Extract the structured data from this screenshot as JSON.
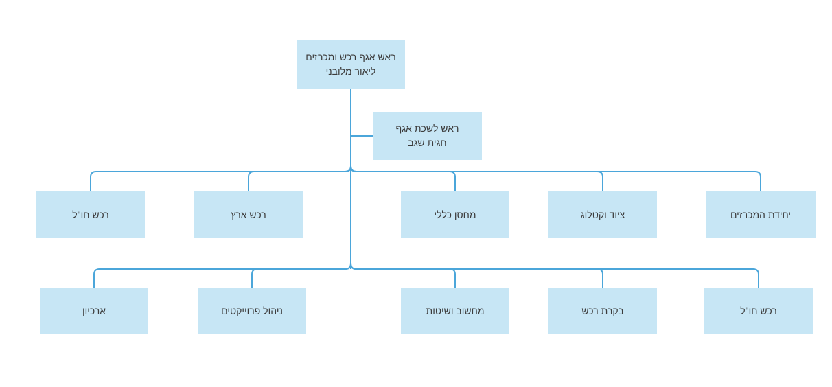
{
  "colors": {
    "node_fill": "#C7E6F5",
    "connector": "#4BA6DA",
    "text": "#3C3C3C",
    "background": "#FFFFFF"
  },
  "chart_data": {
    "type": "org-chart",
    "direction": "rtl",
    "root": {
      "title": "ראש אגף רכש ומכרזים",
      "name": "ליאור מלובני"
    },
    "assistant": {
      "title": "ראש לשכת אגף",
      "name": "חגית שגב"
    },
    "level2": [
      {
        "label": "רכש חו\"ל"
      },
      {
        "label": "רכש ארץ"
      },
      {
        "label": "מחסן כללי"
      },
      {
        "label": "ציוד וקטלוג"
      },
      {
        "label": "יחידת המכרזים"
      }
    ],
    "level3": [
      {
        "label": "ארכיון"
      },
      {
        "label": "ניהול פרוייקטים"
      },
      {
        "label": "מחשוב ושיטות"
      },
      {
        "label": "בקרת רכש"
      },
      {
        "label": "רכש חו\"ל"
      }
    ]
  }
}
